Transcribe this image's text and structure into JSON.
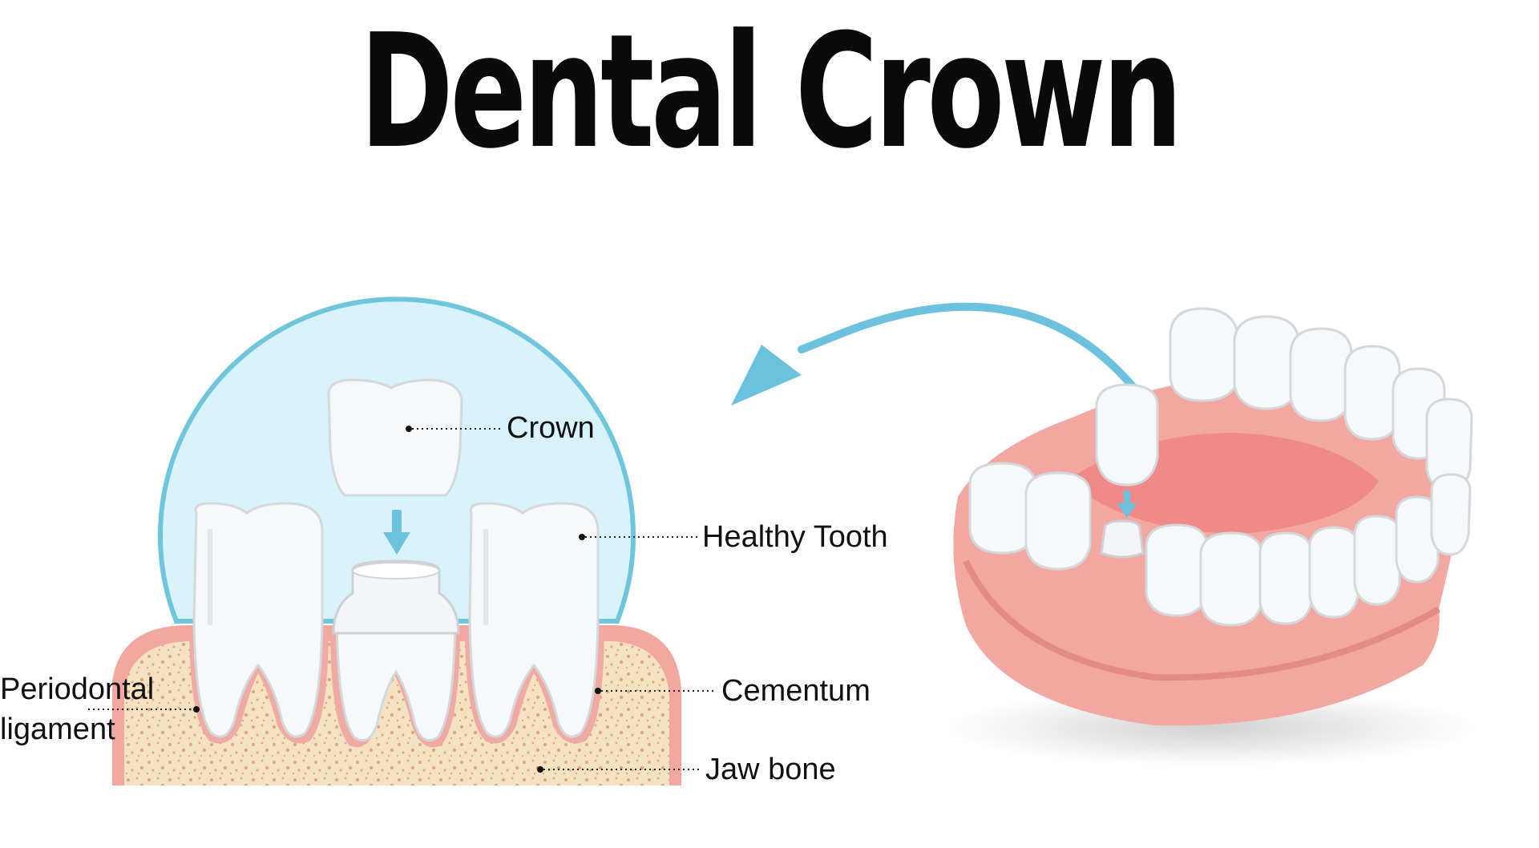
{
  "title": "Dental Crown",
  "labels": {
    "crown": "Crown",
    "healthy_tooth": "Healthy Tooth",
    "periodontal_1": "Periodontal",
    "periodontal_2": "ligament",
    "cementum": "Cementum",
    "jaw_bone": "Jaw bone"
  },
  "colors": {
    "circle_fill": "#d8f3fb",
    "circle_stroke": "#6fc6dc",
    "arrow": "#6bc1de",
    "tooth": "#f7f8f9",
    "tooth_shade": "#dfe2e5",
    "gum": "#f2a7a0",
    "gum_dark": "#e58b86",
    "bone": "#f5e2c2",
    "bone_spots": "#d8a77d"
  }
}
